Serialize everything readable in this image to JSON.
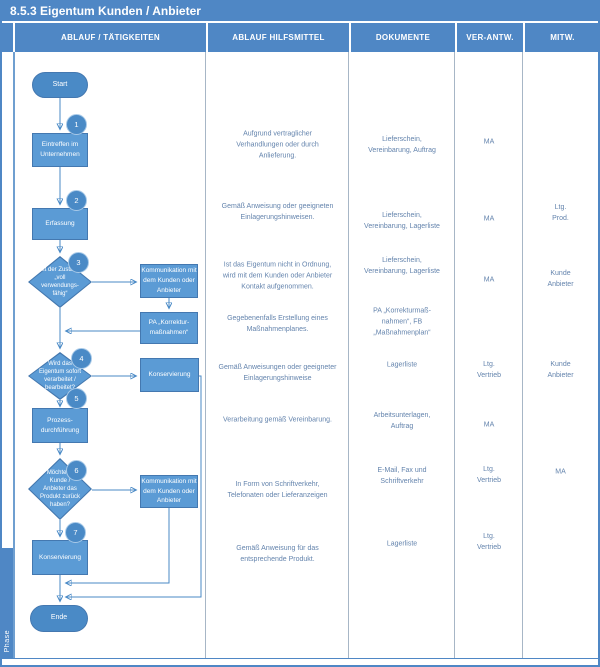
{
  "title": "8.5.3 Eigentum Kunden / Anbieter",
  "phase": "Phase",
  "columns": [
    "ABLAUF / TÄTIGKEITEN",
    "ABLAUF HILFSMITTEL",
    "DOKUMENTE",
    "VER-ANTW.",
    "MITW."
  ],
  "flow": {
    "start": "Start",
    "end": "Ende",
    "steps": [
      "1",
      "2",
      "3",
      "4",
      "5",
      "6",
      "7"
    ],
    "n1": "Eintreffen im\nUnternehmen",
    "n2": "Erfassung",
    "n3": "Ist der Zustand\n„voll\nverwendungs-\nfähig“",
    "n4": "Wird das\nEigentum sofort\nverarbeitet /\nbearbeitet?",
    "n5": "Prozess-\ndurchführung",
    "n6": "Möchte d.\nKunde /\nAnbieter das\nProdukt zurück\nhaben?",
    "n7": "Konservierung",
    "s1": "Kommunikation mit\ndem Kunden oder\nAnbieter",
    "s2": "PA „Korrektur-\nmaßnahmen“",
    "s3": "Konservierung",
    "s4": "Kommunikation mit\ndem Kunden oder\nAnbieter"
  },
  "hilfsmittel": [
    "Aufgrund vertraglicher\nVerhandlungen oder durch\nAnlieferung.",
    "Gemäß Anweisung oder geeigneten\nEinlagerungshinweisen.",
    "Ist das Eigentum nicht in Ordnung,\nwird mit dem Kunden oder Anbieter\nKontakt aufgenommen.",
    "Gegebenenfalls Erstellung eines\nMaßnahmenplanes.",
    "Gemäß Anweisungen oder geeigneter\nEinlagerungshinweise",
    "Verarbeitung gemäß Vereinbarung.",
    "In Form von Schriftverkehr,\nTelefonaten oder Lieferanzeigen",
    "Gemäß Anweisung für das\nentsprechende Produkt."
  ],
  "dokumente": [
    "Lieferschein,\nVereinbarung, Auftrag",
    "Lieferschein,\nVereinbarung, Lagerliste",
    "Lieferschein,\nVereinbarung, Lagerliste",
    "PA „Korrekturmaß-\nnahmen“, FB\n„Maßnahmenplan“",
    "Lagerliste",
    "Arbeitsunterlagen,\nAuftrag",
    "E-Mail, Fax und\nSchriftverkehr",
    "Lagerliste"
  ],
  "verantw": [
    "MA",
    "MA",
    "MA",
    "Ltg.\nVertrieb",
    "MA",
    "Ltg.\nVertrieb",
    "Ltg.\nVertrieb"
  ],
  "mitw": [
    "Ltg.\nProd.",
    "Kunde\nAnbieter",
    "Kunde\nAnbieter",
    "MA"
  ],
  "colors": {
    "accent": "#4f87c5",
    "shape": "#5b9bd5",
    "body_text": "#6484ad"
  }
}
